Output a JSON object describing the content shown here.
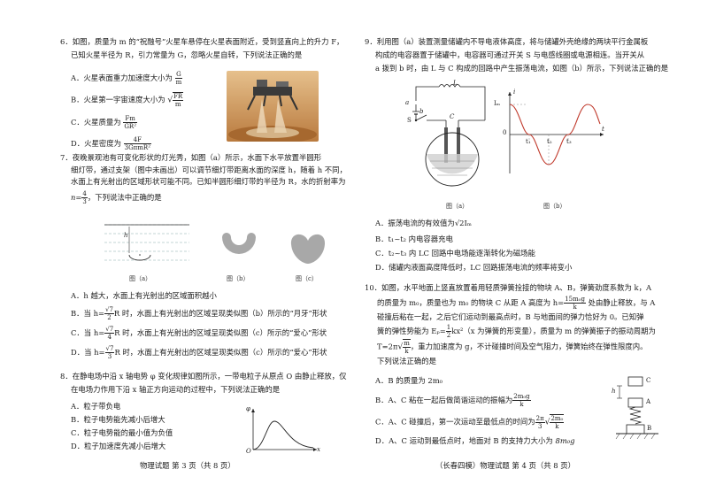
{
  "page_left": {
    "q6": {
      "stem_l1": "6．如图，质量为 m 的“祝融号”火星车悬停在火星表面附近，受到竖直向上的升力 F，",
      "stem_l2": "已知火星半径为 R，引力常量为 G，忽略火星自转，下列说法正确的是",
      "opt_a_pre": "A．火星表面重力加速度大小为",
      "opt_a_num": "G",
      "opt_a_den": "m",
      "opt_b_pre": "B．火星第一宇宙速度大小为",
      "opt_b_num": "FR",
      "opt_b_den": "m",
      "opt_c_pre": "C．火星质量为",
      "opt_c_num": "Fm",
      "opt_c_den": "GR²",
      "opt_d_pre": "D．火星密度为",
      "opt_d_num": "4F",
      "opt_d_den": "3GπmR²"
    },
    "q7": {
      "l1": "7．夜晚景观池有可变化形状的灯光秀，如图（a）所示，水面下水平放置半圆形",
      "l2": "细灯带，通过支架（图中未画出）可以调节细灯带距离水面的深度 h，随着 h 不同，",
      "l3": "水面上有光射出的区域形状可能不同。已知半圆形细灯带的半径为 R，水的折射率为",
      "l4_pre": "n=",
      "l4_num": "4",
      "l4_den": "3",
      "l4_post": "，下列说法中正确的是",
      "cap_a": "图（a）",
      "cap_b": "图（b）",
      "cap_c": "图（c）",
      "fig_h": "h",
      "opt_a": "A．h 越大，水面上有光射出的区域面积越小",
      "opt_b_pre": "B．当 h=",
      "opt_b_num": "√7",
      "opt_b_den": "2",
      "opt_b_post": "R 时，水面上有光射出的区域呈现类似图（b）所示的“月牙”形状",
      "opt_c_pre": "C．当 h=",
      "opt_c_num": "√7",
      "opt_c_den": "4",
      "opt_c_post": "R 时，水面上有光射出的区域呈现类似图（c）所示的“爱心”形状",
      "opt_d_pre": "D．当 h=",
      "opt_d_num": "√7",
      "opt_d_den": "3",
      "opt_d_post": "R 时，水面上有光射出的区域呈现类似图（c）所示的“爱心”形状"
    },
    "q8": {
      "l1": "8．在静电场中沿 x 轴电势 φ 变化规律如图所示，一带电粒子从原点 O 由静止释放，仅",
      "l2": "在电场力作用下沿 x 轴正方向运动的过程中，下列说法正确的是",
      "opt_a": "A．粒子带负电",
      "opt_b": "B．粒子电势能先减小后增大",
      "opt_c": "C．粒子电势能的最小值为负值",
      "opt_d": "D．粒子加速度先减小后增大",
      "fig_phi": "φ",
      "fig_o": "O",
      "fig_x": "x"
    },
    "footer": "物理试题  第 3 页（共 8 页）"
  },
  "page_right": {
    "q9": {
      "l1": "9．利用图（a）装置测量储罐内不导电液体高度，将与储罐外壳绝缘的两块平行金属板",
      "l2": "构成的电容器置于储罐中，电容器可通过开关 S 与电感线圈或电源相连。当开关从",
      "l3": "a 拨到 b 时，由 L 与 C 构成的回路中产生振荡电流，如图（b）所示，下列说法正确的是",
      "cap_a": "图（a）",
      "cap_b": "图（b）",
      "lbl_a": "a",
      "lbl_b": "b",
      "lbl_s": "S",
      "lbl_l": "L",
      "lbl_c": "C",
      "lbl_i": "i",
      "lbl_im": "Iₘ",
      "lbl_o": "0",
      "lbl_t1": "t₁",
      "lbl_t2": "t₂",
      "lbl_t3": "t₃",
      "lbl_t": "t",
      "opt_a_pre": "A．振荡电流的有效值为",
      "opt_a_val": "√2Iₘ",
      "opt_b": "B．t₁~t₂ 内电容器充电",
      "opt_c": "C．t₂~t₃ 内 LC 回路中电场能逐渐转化为磁场能",
      "opt_d": "D．储罐内液面高度降低时，LC 回路振荡电流的频率将变小"
    },
    "q10": {
      "l1": "10．如图，水平地面上竖直放置着用轻质弹簧拴接的物块 A、B，弹簧劲度系数为 k，A",
      "l2_pre": "的质量为 m₀，质量也为 m₀ 的物块 C 从距 A 高度为 h=",
      "l2_num": "15m₀g",
      "l2_den": "k",
      "l2_post": " 处由静止释放，与 A",
      "l3": "碰撞后粘在一起，之后它们运动到最高点时，B 与地面间的弹力恰好为 0。已知弹",
      "l4_pre": "簧的弹性势能为 Eₚ=",
      "l4_num": "1",
      "l4_den": "2",
      "l4_post": "kx²（x 为弹簧的形变量），质量为 m 的弹簧振子的振动周期为",
      "l5_pre": "T=2π",
      "l5_num": "m",
      "l5_den": "k",
      "l5_post": "，重力加速度为 g，不计碰撞时间及空气阻力，弹簧始终在弹性限度内。",
      "l6": "下列说法正确的是",
      "opt_a": "A．B 的质量为 2m₀",
      "opt_b_pre": "B．A、C 粘在一起后做简谐运动的振幅为",
      "opt_b_num": "2m₀g",
      "opt_b_den": "k",
      "opt_c_pre": "C．A、C 碰撞后，第一次运动至最低点的时间为",
      "opt_c_mid": "2π",
      "opt_c_midden": "3",
      "opt_c_num": "2m₀",
      "opt_c_den": "k",
      "opt_d_pre": "D．A、C 运动到最低点时，地面对 B 的支持力大小为 ",
      "opt_d_val": "8m₀g",
      "fig_c": "C",
      "fig_h": "h",
      "fig_a": "A",
      "fig_b": "B"
    },
    "footer": "（长春四模）物理试题  第 4 页（共 8 页）"
  },
  "colors": {
    "text": "#1a1a1a",
    "shape_gray": "#a8a8a8",
    "curve": "#c0392b",
    "photo_bg": "#d9a66a"
  }
}
